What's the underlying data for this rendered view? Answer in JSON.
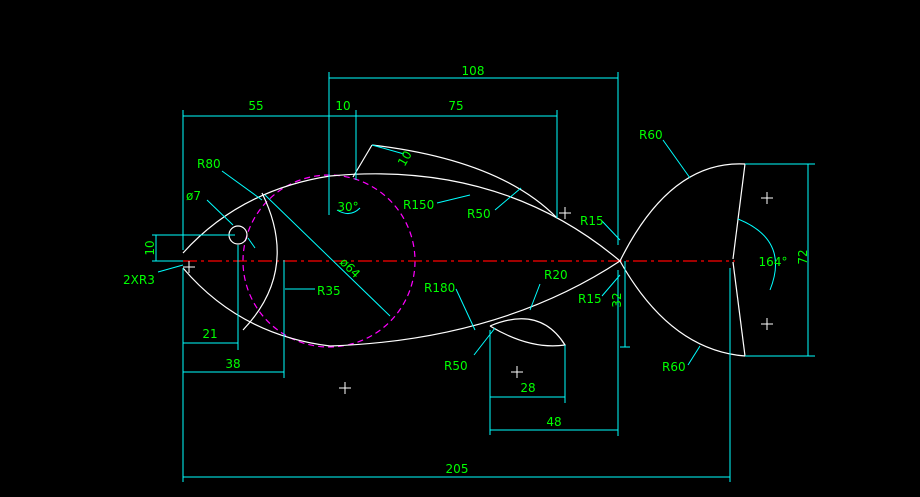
{
  "colors": {
    "background": "#000000",
    "outline": "#ffffff",
    "dimension": "#00ffff",
    "label": "#00ff00",
    "centerline": "#ff0000",
    "construction_circle": "#ff00ff"
  },
  "dimensions": {
    "top_overall": "108",
    "left_width": "55",
    "gap": "10",
    "fin_width": "75",
    "mouth_height": "10",
    "fin_depth": "10",
    "eye_x": "21",
    "head_x": "38",
    "lower_fin_width": "28",
    "lower_fin_offset": "48",
    "overall_length": "205",
    "tail_height": "72",
    "tail_offset": "32",
    "tail_angle": "164°",
    "fin_angle": "30°",
    "body_diameter": "ø64"
  },
  "labels": {
    "r80": "R80",
    "eye_dia": "ø7",
    "r3": "2XR3",
    "r35": "R35",
    "r150": "R150",
    "r50_top": "R50",
    "r15_top": "R15",
    "r15_bottom": "R15",
    "r60_top": "R60",
    "r60_bottom": "R60",
    "r180": "R180",
    "r20": "R20",
    "r50_bottom": "R50"
  }
}
